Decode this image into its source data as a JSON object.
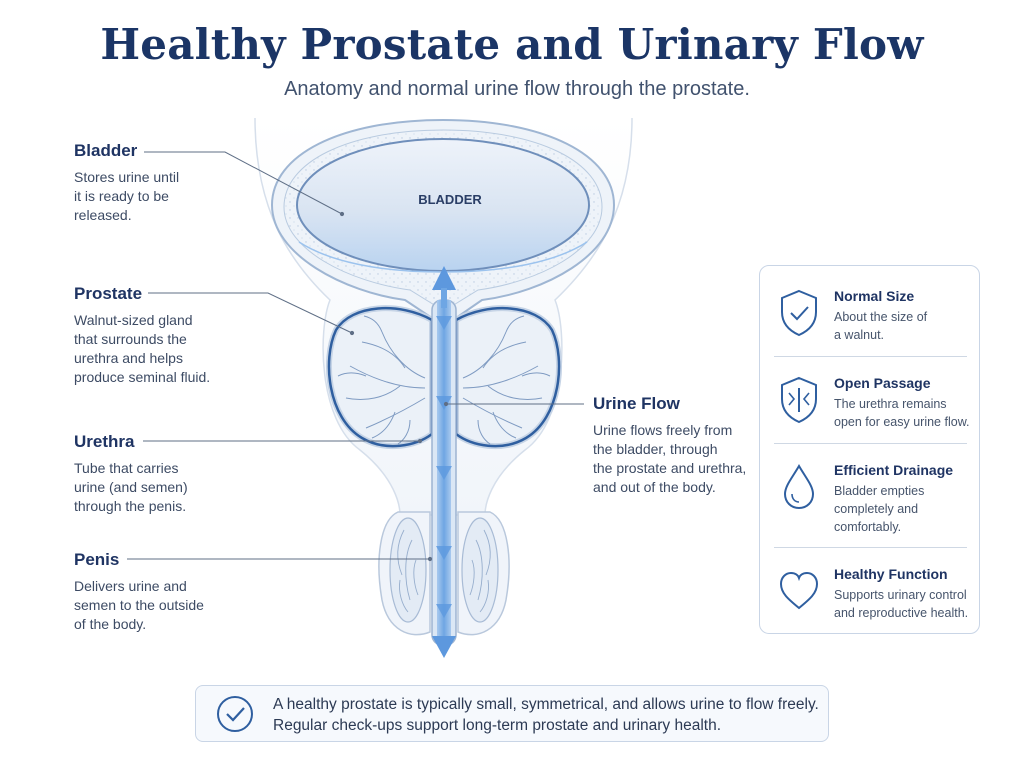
{
  "title": "Healthy Prostate and Urinary Flow",
  "subtitle": "Anatomy and normal urine flow through the prostate.",
  "diagram": {
    "bladder_label": "BLADDER"
  },
  "callouts": {
    "bladder": {
      "heading": "Bladder",
      "lines": [
        "Stores urine until",
        "it is ready to be",
        "released."
      ]
    },
    "prostate": {
      "heading": "Prostate",
      "lines": [
        "Walnut-sized gland",
        "that surrounds the",
        "urethra and helps",
        "produce seminal fluid."
      ]
    },
    "urethra": {
      "heading": "Urethra",
      "lines": [
        "Tube that carries",
        "urine (and semen)",
        "through the penis."
      ]
    },
    "penis": {
      "heading": "Penis",
      "lines": [
        "Delivers urine and",
        "semen to the outside",
        "of the body."
      ]
    },
    "urine_flow": {
      "heading": "Urine Flow",
      "lines": [
        "Urine flows freely from",
        "the bladder, through",
        "the prostate and urethra,",
        "and out of the body."
      ]
    }
  },
  "benefits": [
    {
      "icon": "shield-check-icon",
      "heading": "Normal Size",
      "lines": [
        "About the size of",
        "a walnut."
      ]
    },
    {
      "icon": "shield-flow-icon",
      "heading": "Open Passage",
      "lines": [
        "The urethra remains",
        "open for easy urine flow."
      ]
    },
    {
      "icon": "water-drop-icon",
      "heading": "Efficient Drainage",
      "lines": [
        "Bladder empties",
        "completely and",
        "comfortably."
      ]
    },
    {
      "icon": "heart-icon",
      "heading": "Healthy Function",
      "lines": [
        "Supports urinary control",
        "and reproductive health."
      ]
    }
  ],
  "footer": {
    "icon": "check-circle-icon",
    "lines": [
      "A healthy prostate is typically small, symmetrical, and allows urine to flow freely.",
      "Regular check-ups support long-term prostate and urinary health."
    ]
  },
  "colors": {
    "navy": "#1b3566",
    "blue": "#2f5fa0",
    "flow": "#79aee6",
    "tissue": "#e4edf7"
  }
}
